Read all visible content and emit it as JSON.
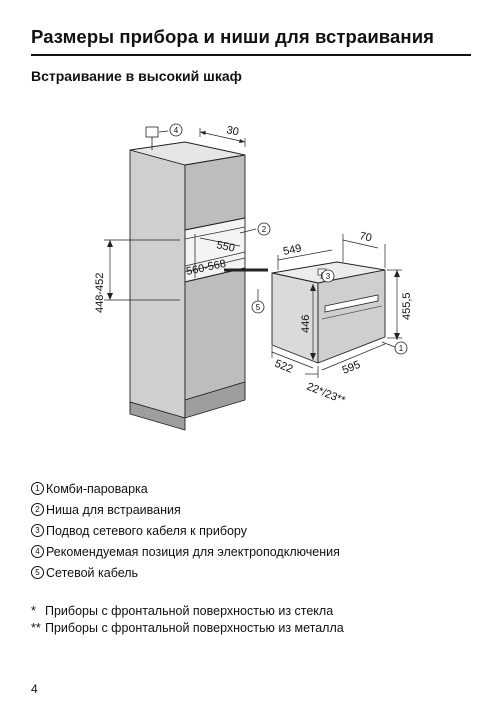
{
  "page": {
    "title": "Размеры прибора и ниши для встраивания",
    "section_title": "Встраивание в высокий шкаф",
    "page_number": "4"
  },
  "diagram": {
    "dims": {
      "d30": "30",
      "d550": "550",
      "d560_568": "560-568",
      "d448_452": "448-452",
      "d549": "549",
      "d70": "70",
      "d455_5": "455,5",
      "d446": "446",
      "d522": "522",
      "d595": "595",
      "d22_23": "22*/23**"
    },
    "callouts": {
      "c1": "1",
      "c2": "2",
      "c3": "3",
      "c4": "4",
      "c5": "5"
    }
  },
  "legend": [
    {
      "num": "1",
      "text": "Комби-пароварка"
    },
    {
      "num": "2",
      "text": "Ниша для встраивания"
    },
    {
      "num": "3",
      "text": "Подвод сетевого кабеля к прибору"
    },
    {
      "num": "4",
      "text": "Рекомендуемая позиция для электроподключения"
    },
    {
      "num": "5",
      "text": "Сетевой кабель"
    }
  ],
  "footnotes": [
    {
      "mark": "*",
      "text": "Приборы с фронтальной поверхностью из стекла"
    },
    {
      "mark": "**",
      "text": "Приборы с фронтальной поверхностью из металла"
    }
  ]
}
